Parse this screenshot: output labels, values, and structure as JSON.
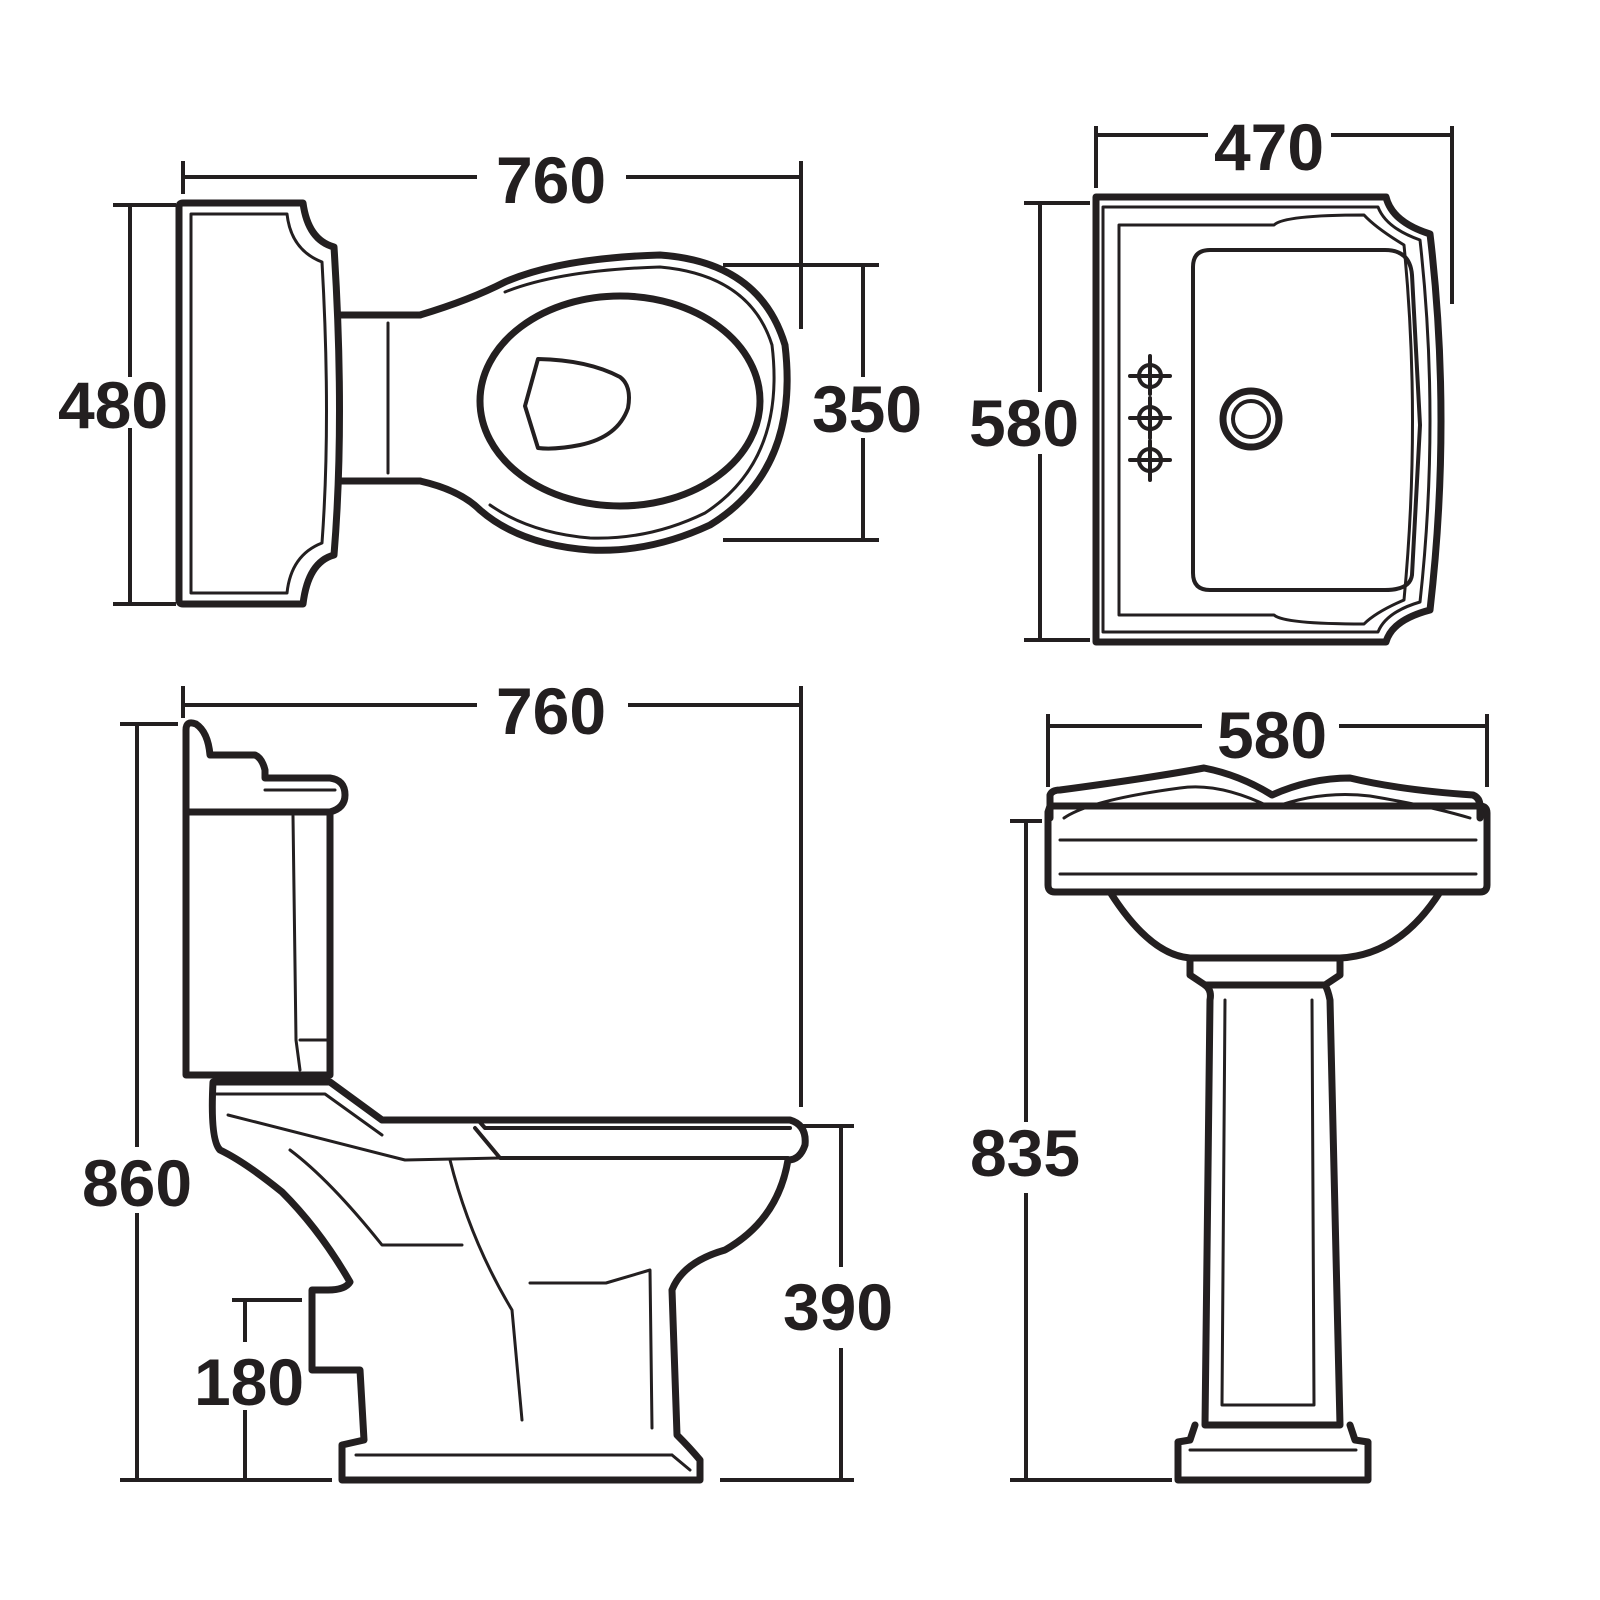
{
  "dimensions": {
    "wc_plan_width": "760",
    "wc_plan_depth": "480",
    "wc_seat_width": "350",
    "basin_plan_width": "470",
    "basin_plan_depth": "580",
    "wc_side_length": "760",
    "wc_side_height": "860",
    "wc_pan_height": "390",
    "wc_outlet_height": "180",
    "basin_front_width": "580",
    "basin_front_height": "835"
  }
}
